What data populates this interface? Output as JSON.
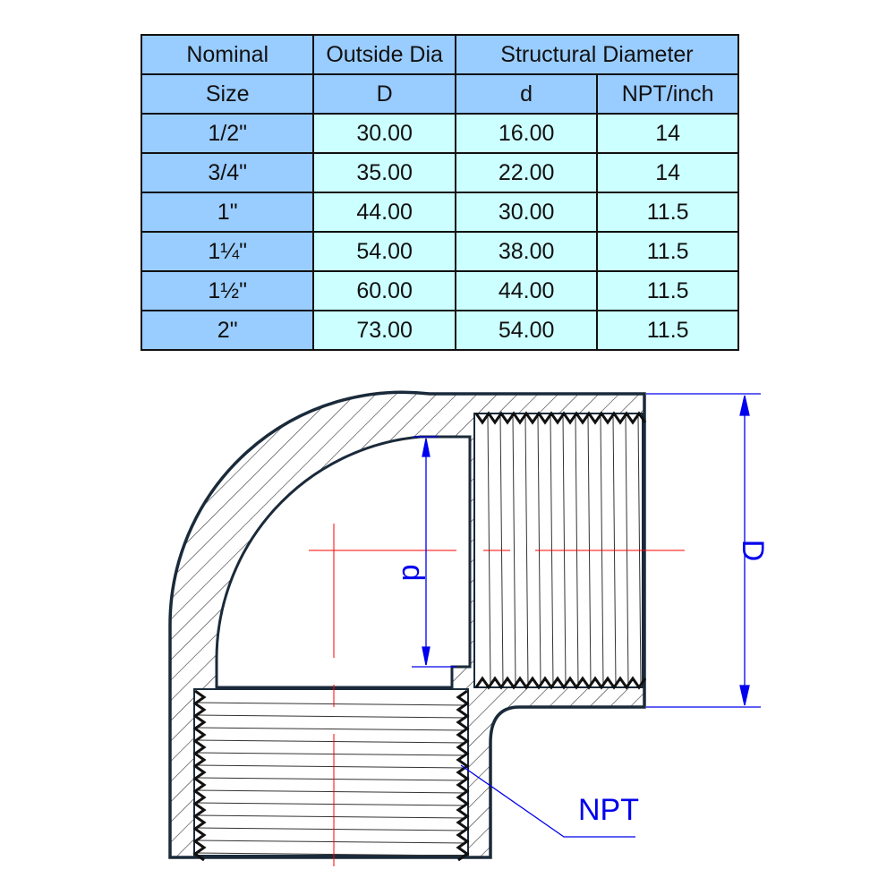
{
  "table": {
    "header_row1": [
      "Nominal",
      "Outside Dia",
      "Structural Diameter"
    ],
    "header_row2": [
      "Size",
      "D",
      "d",
      "NPT/inch"
    ],
    "rows": [
      [
        "1/2\"",
        "30.00",
        "16.00",
        "14"
      ],
      [
        "3/4\"",
        "35.00",
        "22.00",
        "14"
      ],
      [
        "1\"",
        "44.00",
        "30.00",
        "11.5"
      ],
      [
        "1¼\"",
        "54.00",
        "38.00",
        "11.5"
      ],
      [
        "1½\"",
        "60.00",
        "44.00",
        "11.5"
      ],
      [
        "2\"",
        "73.00",
        "54.00",
        "11.5"
      ]
    ]
  },
  "diagram": {
    "label_D": "D",
    "label_d": "d",
    "label_npt": "NPT",
    "colors": {
      "header": "#99ccff",
      "cell": "#ccffff",
      "dimension": "#0000ee",
      "centerline": "#ff0000"
    }
  }
}
